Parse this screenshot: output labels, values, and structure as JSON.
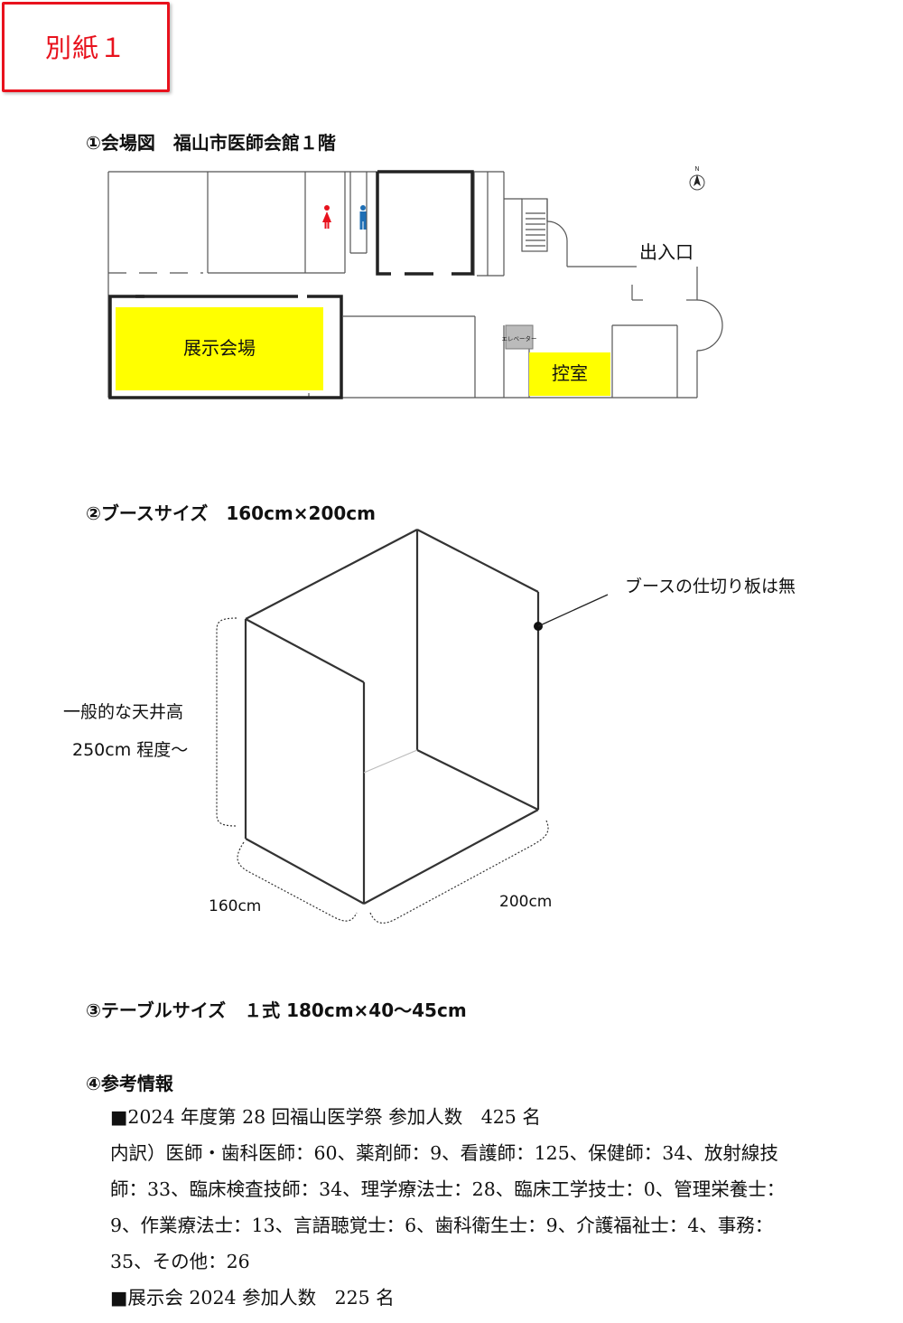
{
  "tag": "別紙１",
  "section1": {
    "title": "①会場図　福山市医師会館１階",
    "labels": {
      "exhibition": "展示会場",
      "waiting_room": "控室",
      "entrance": "出入口",
      "elevator": "エレベーター",
      "compass": "N"
    }
  },
  "section2": {
    "title": "②ブースサイズ　160cm×200cm",
    "labels": {
      "partition_note": "ブースの仕切り板は無",
      "ceiling_line1": "一般的な天井高",
      "ceiling_line2": "250cm 程度～",
      "width_160": "160cm",
      "depth_200": "200cm"
    }
  },
  "section3": {
    "title": "③テーブルサイズ　１式 180cm×40～45cm"
  },
  "section4": {
    "title": "④参考情報",
    "lines": [
      "■2024 年度第 28 回福山医学祭  参加人数　425 名",
      "内訳）医師・歯科医師：60、薬剤師：9、看護師：125、保健師：34、放射線技",
      "師：33、臨床検査技師：34、理学療法士：28、臨床工学技士：0、管理栄養士：",
      "9、作業療法士：13、言語聴覚士：6、歯科衛生士：9、介護福祉士：4、事務：",
      "35、その他：26",
      "■展示会 2024  参加人数　225 名"
    ]
  },
  "colors": {
    "tag_red": "#e8121d",
    "highlight_yellow": "#ffff00",
    "female_icon": "#e8121d",
    "male_icon": "#1f6fb5"
  }
}
